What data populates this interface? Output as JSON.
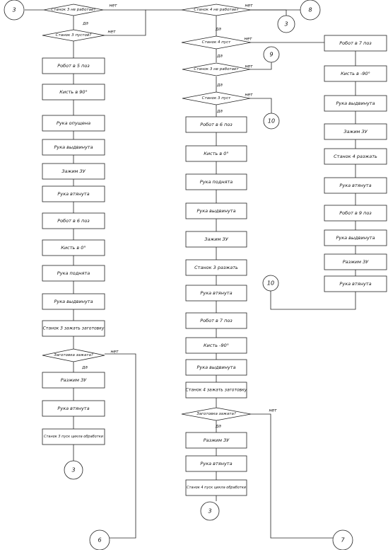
{
  "nodes": {
    "c3_top": "3",
    "c8_top": "8",
    "c3_c2_top": "3",
    "c9": "9",
    "c10_m": "10",
    "c10_r": "10",
    "c3_end_l": "3",
    "c3_end_m": "3",
    "c6": "6",
    "c7": "7",
    "d1": "Станок 3 не работает",
    "d2": "Станок 3 пустой?",
    "d3": "Станок 4 не работает",
    "d4": "Станок 4 пуст",
    "d5": "Станок 3 не работает",
    "d6": "Станок 3 пуст",
    "d_zag1": "Заготовка зажата?",
    "d_zag2": "Заготовка зажата?",
    "L1": "Робот в 5 поз",
    "L2": "Кисть в 90°",
    "L3": "Рука опущена",
    "L4": "Рука выдвинута",
    "L5": "Зажим ЗУ",
    "L6": "Рука втянута",
    "L7": "Робот в 6 поз",
    "L8": "Кисть в 0°",
    "L9": "Рука поднята",
    "L10": "Рука выдвинута",
    "L11": "Станок 3 зажать заготовку",
    "L12": "Разжим ЗУ",
    "L13": "Рука втянута",
    "L14": "Станок 3 пуск цикла обработки",
    "M1": "Робот в 6 поз",
    "M2": "Кисть в 0°",
    "M3": "Рука поднята",
    "M4": "Рука выдвинута",
    "M5": "Зажим ЗУ",
    "M6": "Станок 3 разжать",
    "M7": "Рука втянута",
    "M8": "Робот в 7 поз",
    "M9": "Кисть -90°",
    "M10": "Рука выдвинута",
    "M11": "Станок 4 зажать заготовку",
    "M12": "Разжим ЗУ",
    "M13": "Рука втянута",
    "M14": "Станок 4 пуск цикла обработки",
    "R1": "Робот в 7 поз",
    "R2": "Кисть в -90°",
    "R3": "Рука выдвинута",
    "R4": "Зажим ЗУ",
    "R5": "Станок 4 разжать",
    "R6": "Рука втянута",
    "R7": "Робот в 9 поз",
    "R8": "Рука выдвинута",
    "R9": "Разжим ЗУ",
    "R10": "Рука втянута"
  },
  "labels": {
    "yes": "да",
    "no": "нет"
  }
}
